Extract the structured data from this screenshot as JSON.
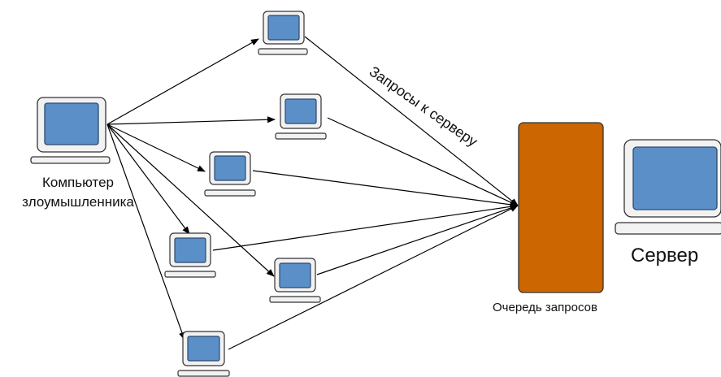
{
  "labels": {
    "attacker_line1": "Компьютер",
    "attacker_line2": "злоумышленника",
    "server": "Сервер",
    "queue": "Очередь запросов",
    "requests": "Запросы к серверу"
  },
  "nodes": {
    "attacker": {
      "icon": "computer-icon"
    },
    "bots": [
      {
        "name": "bot-computer-1",
        "icon": "computer-icon"
      },
      {
        "name": "bot-computer-2",
        "icon": "computer-icon"
      },
      {
        "name": "bot-computer-3",
        "icon": "computer-icon"
      },
      {
        "name": "bot-computer-4",
        "icon": "computer-icon"
      },
      {
        "name": "bot-computer-5",
        "icon": "computer-icon"
      },
      {
        "name": "bot-computer-6",
        "icon": "computer-icon"
      }
    ],
    "queue": {
      "icon": "queue-box"
    },
    "server": {
      "icon": "server-icon"
    }
  },
  "colors": {
    "screen": "#5b8fc7",
    "screen_border": "#2d4a6e",
    "monitor_frame": "#f2f2f2",
    "frame_border": "#333333",
    "queue_fill": "#cc6600",
    "queue_border": "#333333",
    "edge": "#000000"
  }
}
